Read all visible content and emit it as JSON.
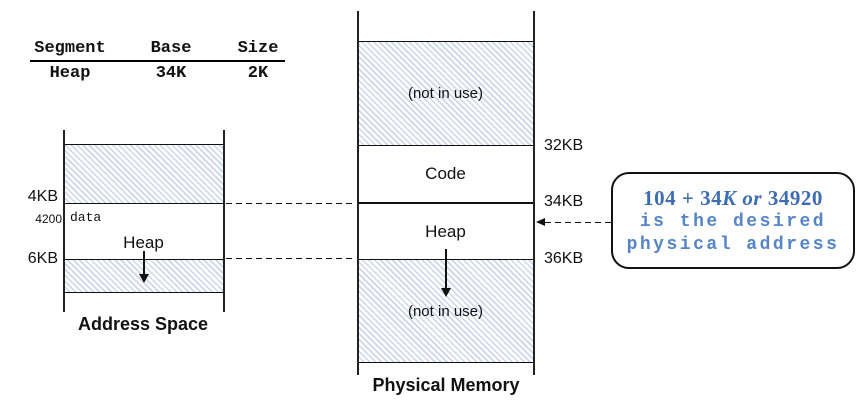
{
  "colors": {
    "callout_formula_blue": "#3e6db4",
    "callout_mono_blue": "#5585c7",
    "hatch_blue": "#c9d7ec"
  },
  "segment_table": {
    "col_headers": [
      "Segment",
      "Base",
      "Size"
    ],
    "row": {
      "segment": "Heap",
      "base": "34K",
      "size": "2K"
    }
  },
  "address_space": {
    "title": "Address Space",
    "marker_4kb": "4KB",
    "marker_6kb": "6KB",
    "offset_value": "4200",
    "data_label": "data",
    "heap_label": "Heap"
  },
  "physical_memory": {
    "title": "Physical Memory",
    "regions": [
      {
        "label": "(not in use)"
      },
      {
        "label": "Code"
      },
      {
        "label": "Heap"
      },
      {
        "label": "(not in use)"
      }
    ],
    "marker_32kb": "32KB",
    "marker_34kb": "34KB",
    "marker_36kb": "36KB"
  },
  "callout": {
    "formula_part1": "104 + 34",
    "formula_part2": "K",
    "formula_part3": " or ",
    "formula_part4": "34920",
    "line2": "is the desired",
    "line3": "physical address"
  }
}
